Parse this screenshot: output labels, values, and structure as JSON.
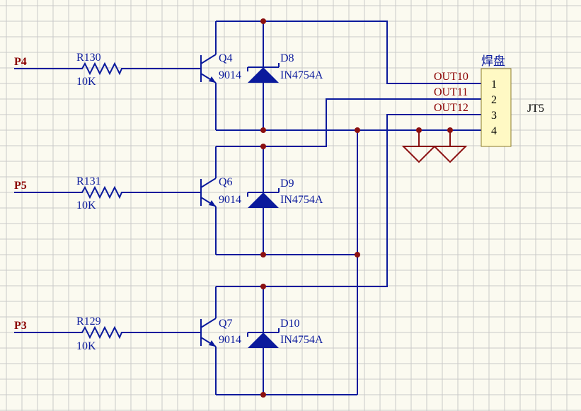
{
  "inputs": [
    {
      "net": "P4",
      "resistor": "R130",
      "res_value": "10K",
      "transistor": "Q4",
      "trans_type": "9014",
      "diode": "D8",
      "diode_type": "IN4754A"
    },
    {
      "net": "P5",
      "resistor": "R131",
      "res_value": "10K",
      "transistor": "Q6",
      "trans_type": "9014",
      "diode": "D9",
      "diode_type": "IN4754A"
    },
    {
      "net": "P3",
      "resistor": "R129",
      "res_value": "10K",
      "transistor": "Q7",
      "trans_type": "9014",
      "diode": "D10",
      "diode_type": "IN4754A"
    }
  ],
  "connector": {
    "title": "焊盘",
    "designator": "JT5",
    "pins": [
      "1",
      "2",
      "3",
      "4"
    ],
    "nets": [
      "OUT10",
      "OUT11",
      "OUT12"
    ]
  },
  "colors": {
    "wire": "#0b1a9c",
    "net_label": "#8b0000",
    "junction": "#8b1010",
    "grid": "#c9c9c9",
    "background": "#fbfaf0",
    "connector_fill": "#fff9c4"
  }
}
